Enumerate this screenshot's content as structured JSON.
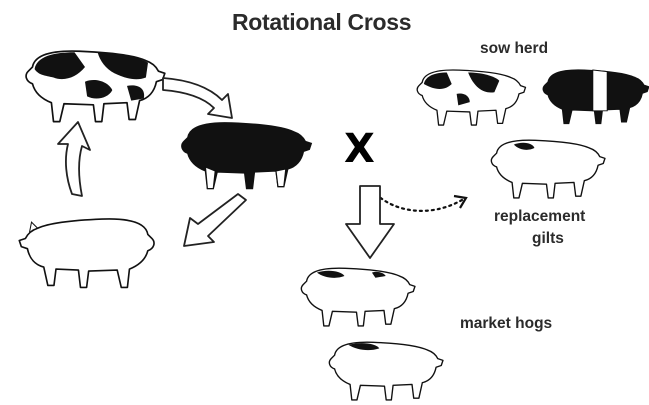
{
  "title": "Rotational Cross",
  "cross_symbol": "X",
  "labels": {
    "sow_herd": "sow herd",
    "replacement_line1": "replacement",
    "replacement_line2": "gilts",
    "market_hogs": "market hogs"
  },
  "colors": {
    "ink": "#111111",
    "background": "#ffffff",
    "text": "#2b2b2b"
  }
}
